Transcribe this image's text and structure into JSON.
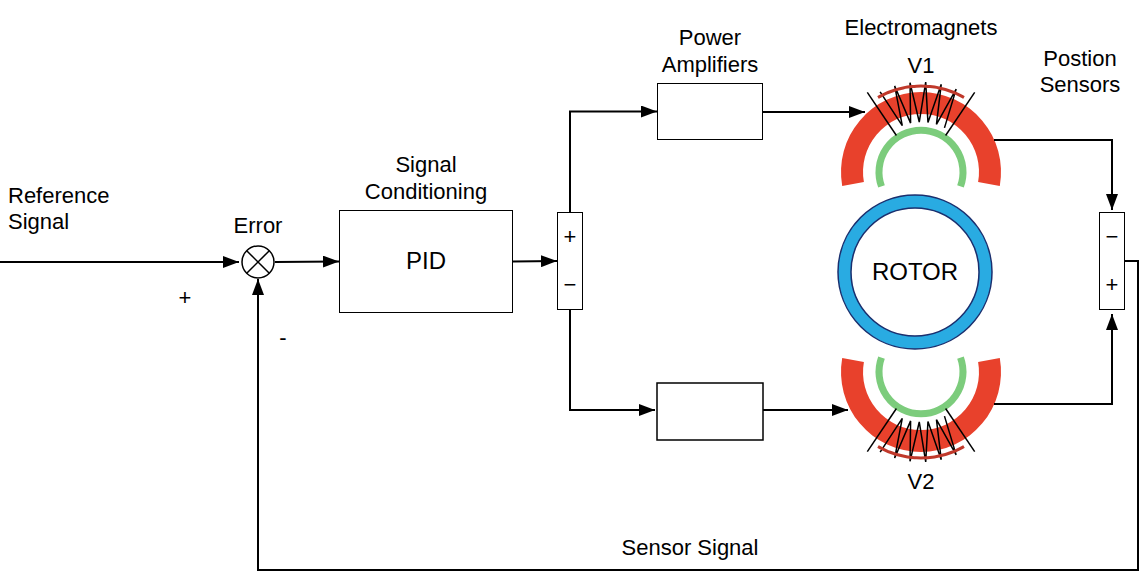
{
  "diagram": {
    "nodes": [
      {
        "text": [
          "Error"
        ]
      },
      {
        "text": [
          "Signal Conditioning",
          "PID"
        ]
      },
      {
        "text": [
          "+",
          "−"
        ]
      },
      {
        "text": [
          "Power Amplifiers"
        ]
      },
      {
        "text": [
          "ROTOR"
        ]
      },
      {
        "text": [
          "−",
          "+"
        ]
      }
    ],
    "edges": [
      {
        "from": 0,
        "to": 1,
        "arrow": "to"
      },
      {
        "from": 1,
        "to": 2,
        "arrow": "to"
      },
      {
        "from": 2,
        "to": 3,
        "arrow": "to"
      },
      {
        "from": 5,
        "to": 0,
        "arrow": "to"
      }
    ],
    "labels": [
      "Reference Signal",
      "+",
      "-",
      "Electromagnets",
      "V1",
      "Postion Sensors",
      "V2",
      "Sensor Signal"
    ]
  }
}
